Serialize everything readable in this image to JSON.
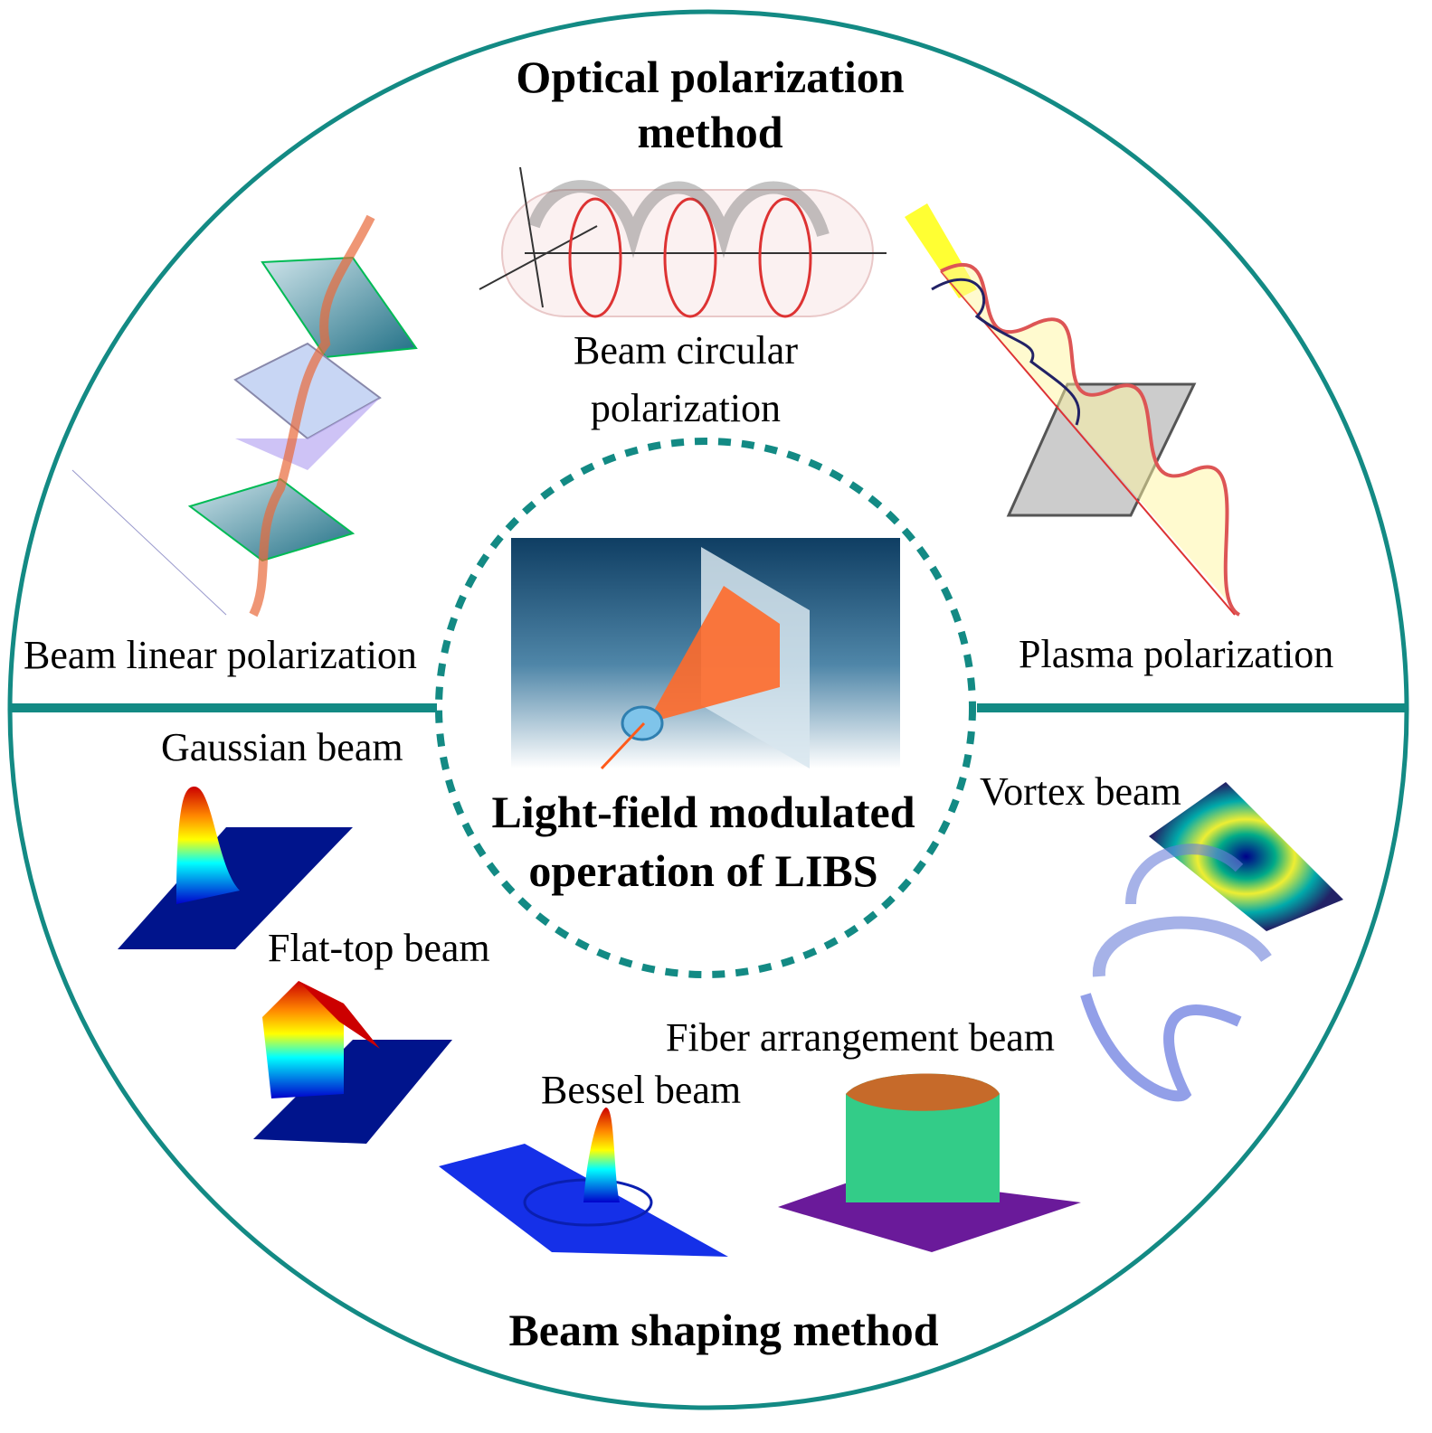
{
  "colors": {
    "accent": "#138a84"
  },
  "top_section": {
    "title_line1": "Optical polarization",
    "title_line2": "method",
    "items": [
      {
        "label": "Beam linear polarization"
      },
      {
        "label_line1": "Beam circular",
        "label_line2": "polarization"
      },
      {
        "label": "Plasma polarization"
      }
    ]
  },
  "center": {
    "title_line1": "Light-field modulated",
    "title_line2": "operation of LIBS"
  },
  "bottom_section": {
    "title": "Beam shaping method",
    "items": [
      {
        "label": "Gaussian beam"
      },
      {
        "label": "Flat-top beam"
      },
      {
        "label": "Bessel beam"
      },
      {
        "label": "Fiber arrangement beam"
      },
      {
        "label": "Vortex beam"
      }
    ]
  }
}
